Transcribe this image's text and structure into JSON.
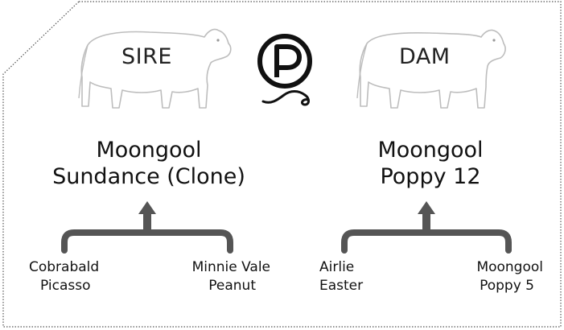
{
  "sire": {
    "label": "SIRE",
    "name_line1": "Moongool",
    "name_line2": "Sundance (Clone)",
    "sire_ancestor": {
      "line1": "Cobrabald",
      "line2": "Picasso"
    },
    "dam_ancestor": {
      "line1": "Minnie Vale",
      "line2": "Peanut"
    }
  },
  "dam": {
    "label": "DAM",
    "name_line1": "Moongool",
    "name_line2": "Poppy 12",
    "sire_ancestor": {
      "line1": "Airlie",
      "line2": "Easter"
    },
    "dam_ancestor": {
      "line1": "Moongool",
      "line2": "Poppy 5"
    }
  },
  "logo": {
    "letter": "P",
    "meaning": "polled-symbol"
  },
  "colors": {
    "line": "#1a1a1a",
    "bracket": "#555555",
    "border": "#555555"
  },
  "icons": [
    "bull-icon",
    "cow-icon",
    "polled-logo-icon",
    "up-arrow-icon",
    "bracket-icon"
  ]
}
